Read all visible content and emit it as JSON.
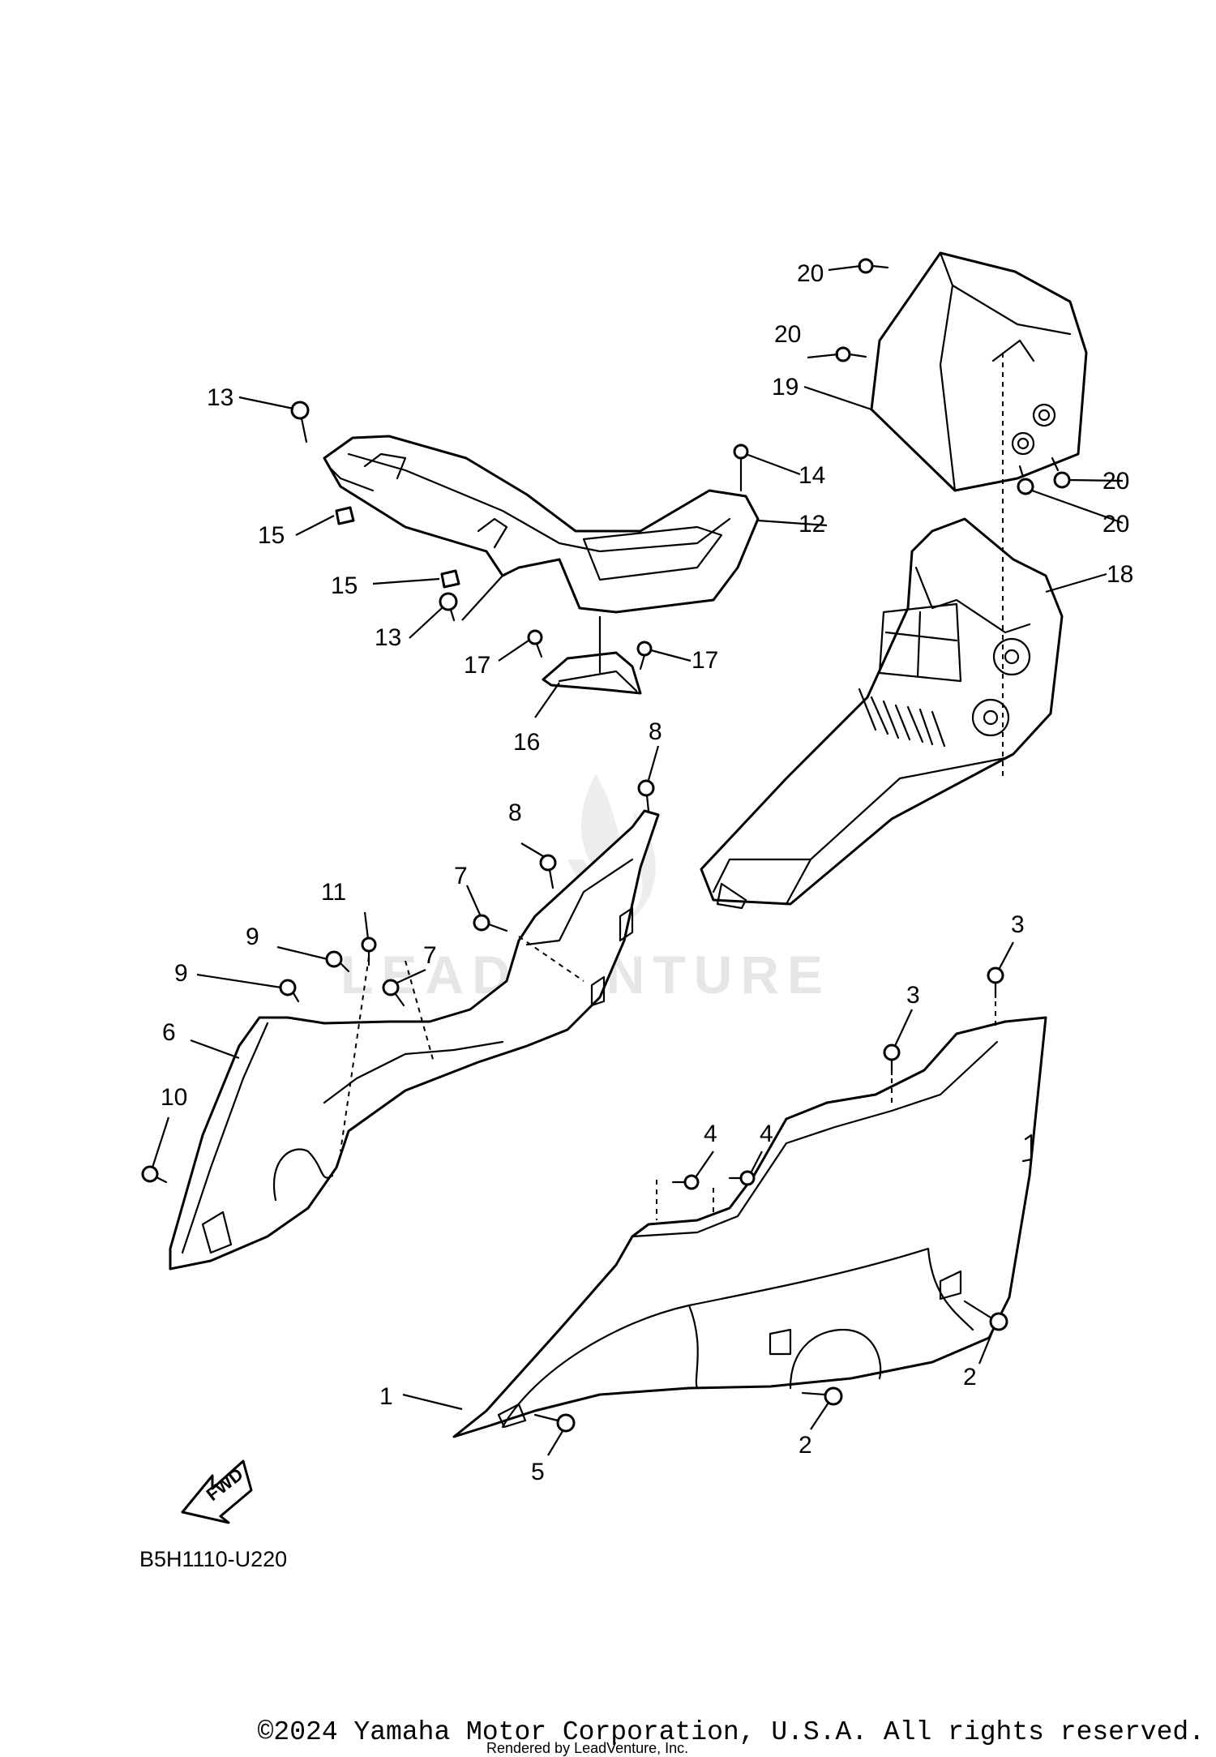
{
  "diagram": {
    "diagram_code": "B5H1110-U220",
    "fwd_label": "FWD",
    "watermark_text": "LEADVENTURE",
    "copyright": "©2024 Yamaha Motor Corporation, U.S.A. All rights reserved.",
    "rendered_by": "Rendered by LeadVenture, Inc.",
    "callouts": [
      "1",
      "2",
      "2",
      "3",
      "3",
      "4",
      "4",
      "5",
      "6",
      "7",
      "7",
      "8",
      "8",
      "9",
      "9",
      "10",
      "11",
      "12",
      "13",
      "13",
      "14",
      "15",
      "15",
      "16",
      "17",
      "17",
      "18",
      "19",
      "20",
      "20",
      "20",
      "20"
    ]
  }
}
